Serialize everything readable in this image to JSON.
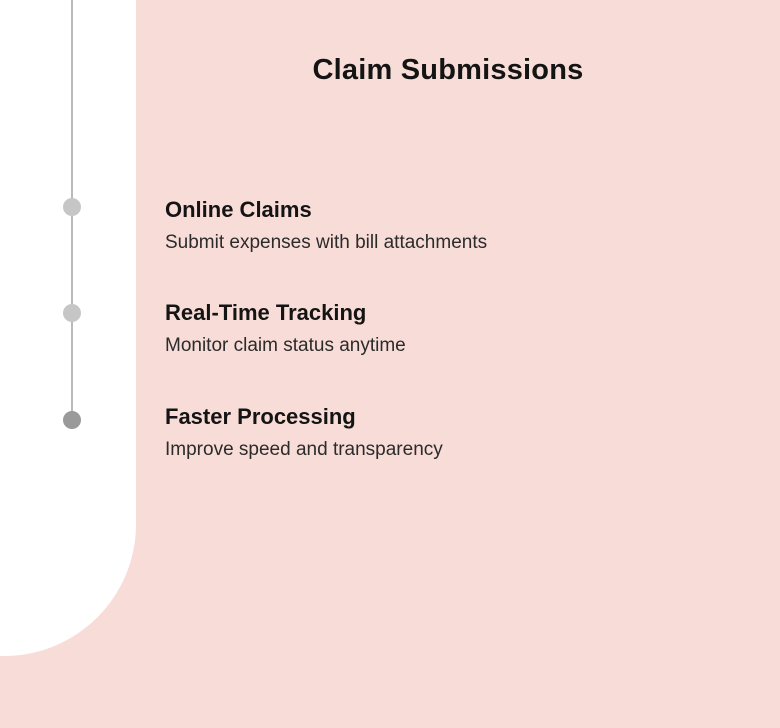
{
  "title": "Claim Submissions",
  "items": [
    {
      "heading": "Online Claims",
      "description": "Submit expenses with bill attachments",
      "dot": "light"
    },
    {
      "heading": "Real-Time Tracking",
      "description": "Monitor claim status anytime",
      "dot": "light"
    },
    {
      "heading": "Faster Processing",
      "description": "Improve speed and transparency",
      "dot": "dark"
    }
  ],
  "colors": {
    "background": "#f8dcd7",
    "panel": "#ffffff",
    "timeline_line": "#b9b9b9",
    "dot_light": "#c6c6c6",
    "dot_dark": "#9a9a9a",
    "heading_text": "#141414",
    "body_text": "#2b2b2b"
  }
}
